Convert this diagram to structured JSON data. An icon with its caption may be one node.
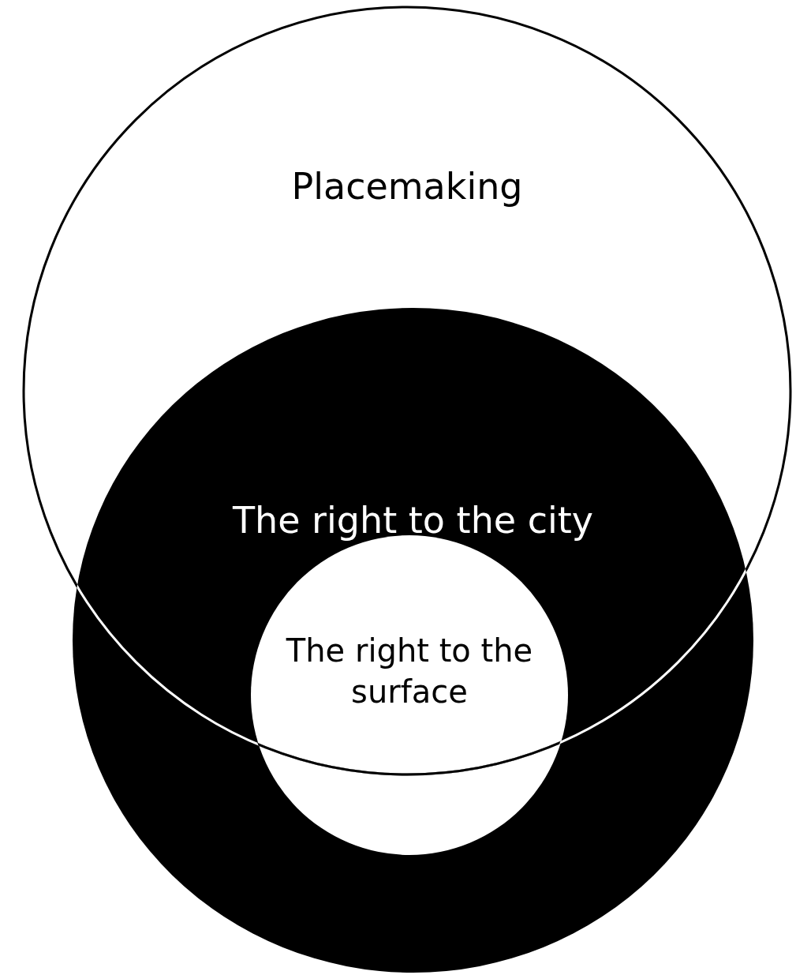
{
  "diagram": {
    "nodes": [
      {
        "text": [
          "Placemaking"
        ]
      },
      {
        "text": [
          "The right to the city"
        ]
      },
      {
        "text": [
          "The right to the surface"
        ],
        "in": 1
      }
    ]
  }
}
